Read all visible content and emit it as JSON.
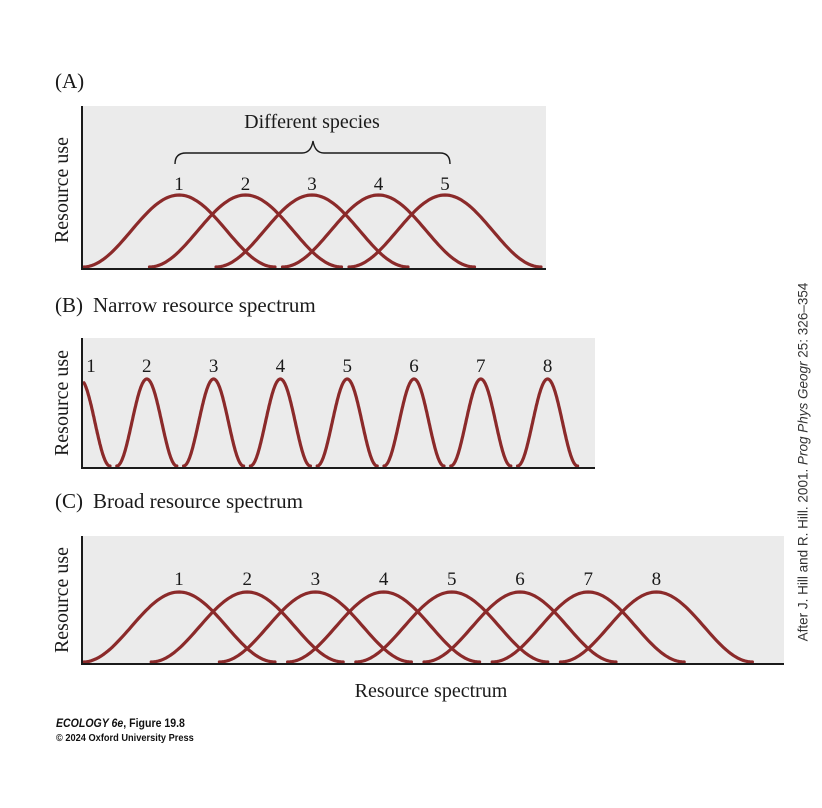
{
  "panels": {
    "a": {
      "label": "(A)",
      "y_axis_label": "Resource use",
      "annotation": "Different species",
      "species": [
        "1",
        "2",
        "3",
        "4",
        "5"
      ]
    },
    "b": {
      "label": "(B)",
      "title": "Narrow resource spectrum",
      "y_axis_label": "Resource use",
      "species": [
        "1",
        "2",
        "3",
        "4",
        "5",
        "6",
        "7",
        "8"
      ]
    },
    "c": {
      "label": "(C)",
      "title": "Broad resource spectrum",
      "y_axis_label": "Resource use",
      "species": [
        "1",
        "2",
        "3",
        "4",
        "5",
        "6",
        "7",
        "8"
      ]
    }
  },
  "x_axis_label": "Resource spectrum",
  "footer": {
    "book": "ECOLOGY 6e",
    "figure": ", Figure 19.8",
    "copyright": "© 2024 Oxford University Press"
  },
  "credit": {
    "prefix": "After J. Hill and R. Hill. 2001. ",
    "journal": "Prog Phys Geogr",
    "suffix": " 25: 326–354"
  },
  "colors": {
    "curve": "#8b2a2a",
    "panel_background": "#ebebeb",
    "axis": "#1a1a1a"
  }
}
